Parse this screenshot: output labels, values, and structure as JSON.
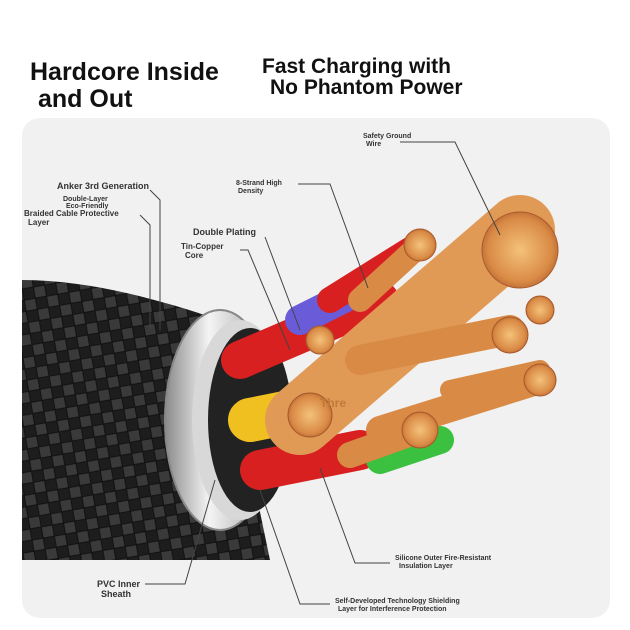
{
  "headline": {
    "left_line1": "Hardcore Inside",
    "left_line2": "and Out",
    "right_line1": "Fast Charging with",
    "right_line2": "No Phantom Power"
  },
  "labels": {
    "safety_ground_1": "Safety Ground",
    "safety_ground_2": "Wire",
    "eight_strand_1": "8-Strand High",
    "eight_strand_2": "Density",
    "anker_gen": "Anker 3rd Generation",
    "double_layer_1": "Double-Layer",
    "double_layer_2": "Eco-Friendly",
    "braided_1": "Braided Cable Protective",
    "braided_2": "Layer",
    "double_plating": "Double Plating",
    "tin_copper_1": "Tin-Copper",
    "tin_copper_2": "Core",
    "silicone_1": "Silicone Outer Fire-Resistant",
    "silicone_2": "Insulation Layer",
    "pvc_1": "PVC Inner",
    "pvc_2": "Sheath",
    "shielding_1": "Self-Developed Technology Shielding",
    "shielding_2": "Layer for Interference Protection",
    "thre": "Thre"
  },
  "colors": {
    "copper": "#d98a45",
    "braid": "#2a2a2a",
    "red_insulation": "#d82020",
    "blue_insulation": "#6a5cd8",
    "yellow_insulation": "#f0c020",
    "green_insulation": "#3cc040",
    "silver_ring": "#cfcfcf"
  }
}
